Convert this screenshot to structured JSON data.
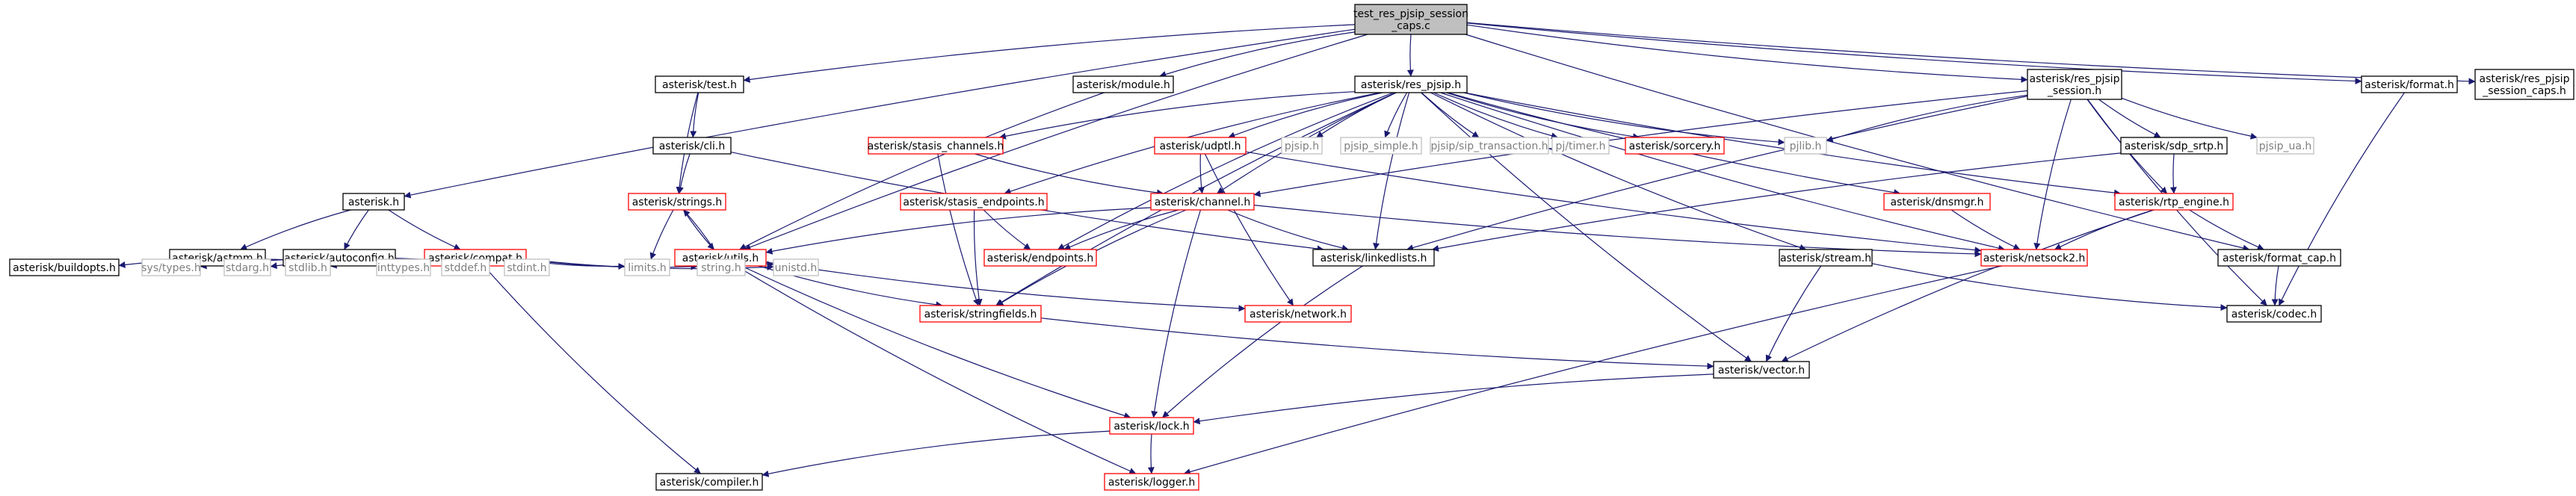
{
  "colors": {
    "edge": "#191970",
    "normal_border": "#000000",
    "normal_fill": "#ffffff",
    "normal_text": "#000000",
    "truncated_border": "#ff0000",
    "truncated_text": "#000000",
    "external_border": "#bfbfbf",
    "external_text": "#7f7f7f",
    "root_fill": "#bfbfbf",
    "root_border": "#000000"
  },
  "nodes": [
    {
      "id": "root",
      "lines": [
        "test_res_pjsip_session",
        "_caps.c"
      ],
      "kind": "root"
    },
    {
      "id": "test_h",
      "lines": [
        "asterisk/test.h"
      ],
      "kind": "normal"
    },
    {
      "id": "module_h",
      "lines": [
        "asterisk/module.h"
      ],
      "kind": "normal"
    },
    {
      "id": "res_pjsip_h",
      "lines": [
        "asterisk/res_pjsip.h"
      ],
      "kind": "normal"
    },
    {
      "id": "res_pjsip_session_h",
      "lines": [
        "asterisk/res_pjsip",
        "_session.h"
      ],
      "kind": "normal"
    },
    {
      "id": "format_h",
      "lines": [
        "asterisk/format.h"
      ],
      "kind": "normal"
    },
    {
      "id": "res_pjsip_session_caps_h",
      "lines": [
        "asterisk/res_pjsip",
        "_session_caps.h"
      ],
      "kind": "normal"
    },
    {
      "id": "asterisk_h",
      "lines": [
        "asterisk.h"
      ],
      "kind": "normal"
    },
    {
      "id": "cli_h",
      "lines": [
        "asterisk/cli.h"
      ],
      "kind": "normal"
    },
    {
      "id": "strings_h",
      "lines": [
        "asterisk/strings.h"
      ],
      "kind": "truncated"
    },
    {
      "id": "utils_h",
      "lines": [
        "asterisk/utils.h"
      ],
      "kind": "truncated"
    },
    {
      "id": "astmm_h",
      "lines": [
        "asterisk/astmm.h"
      ],
      "kind": "normal"
    },
    {
      "id": "autoconfig_h",
      "lines": [
        "asterisk/autoconfig.h"
      ],
      "kind": "normal"
    },
    {
      "id": "compat_h",
      "lines": [
        "asterisk/compat.h"
      ],
      "kind": "truncated"
    },
    {
      "id": "buildopts_h",
      "lines": [
        "asterisk/buildopts.h"
      ],
      "kind": "normal"
    },
    {
      "id": "sys_types_h",
      "lines": [
        "sys/types.h"
      ],
      "kind": "external"
    },
    {
      "id": "stdarg_h",
      "lines": [
        "stdarg.h"
      ],
      "kind": "external"
    },
    {
      "id": "stdlib_h",
      "lines": [
        "stdlib.h"
      ],
      "kind": "external"
    },
    {
      "id": "inttypes_h",
      "lines": [
        "inttypes.h"
      ],
      "kind": "external"
    },
    {
      "id": "stddef_h",
      "lines": [
        "stddef.h"
      ],
      "kind": "external"
    },
    {
      "id": "stdint_h",
      "lines": [
        "stdint.h"
      ],
      "kind": "external"
    },
    {
      "id": "limits_h",
      "lines": [
        "limits.h"
      ],
      "kind": "external"
    },
    {
      "id": "string_h",
      "lines": [
        "string.h"
      ],
      "kind": "external"
    },
    {
      "id": "unistd_h",
      "lines": [
        "unistd.h"
      ],
      "kind": "external"
    },
    {
      "id": "stasis_channels_h",
      "lines": [
        "asterisk/stasis_channels.h"
      ],
      "kind": "truncated"
    },
    {
      "id": "udptl_h",
      "lines": [
        "asterisk/udptl.h"
      ],
      "kind": "truncated"
    },
    {
      "id": "pjsip_h",
      "lines": [
        "pjsip.h"
      ],
      "kind": "external"
    },
    {
      "id": "pjsip_simple_h",
      "lines": [
        "pjsip_simple.h"
      ],
      "kind": "external"
    },
    {
      "id": "pjsip_transaction_h",
      "lines": [
        "pjsip/sip_transaction.h"
      ],
      "kind": "external"
    },
    {
      "id": "pj_timer_h",
      "lines": [
        "pj/timer.h"
      ],
      "kind": "external"
    },
    {
      "id": "sorcery_h",
      "lines": [
        "asterisk/sorcery.h"
      ],
      "kind": "truncated"
    },
    {
      "id": "pjlib_h",
      "lines": [
        "pjlib.h"
      ],
      "kind": "external"
    },
    {
      "id": "sdp_srtp_h",
      "lines": [
        "asterisk/sdp_srtp.h"
      ],
      "kind": "normal"
    },
    {
      "id": "pjsip_ua_h",
      "lines": [
        "pjsip_ua.h"
      ],
      "kind": "external"
    },
    {
      "id": "stasis_endpoints_h",
      "lines": [
        "asterisk/stasis_endpoints.h"
      ],
      "kind": "truncated"
    },
    {
      "id": "channel_h",
      "lines": [
        "asterisk/channel.h"
      ],
      "kind": "truncated"
    },
    {
      "id": "dnsmgr_h",
      "lines": [
        "asterisk/dnsmgr.h"
      ],
      "kind": "truncated"
    },
    {
      "id": "rtp_engine_h",
      "lines": [
        "asterisk/rtp_engine.h"
      ],
      "kind": "truncated"
    },
    {
      "id": "endpoints_h",
      "lines": [
        "asterisk/endpoints.h"
      ],
      "kind": "truncated"
    },
    {
      "id": "linkedlists_h",
      "lines": [
        "asterisk/linkedlists.h"
      ],
      "kind": "normal"
    },
    {
      "id": "netsock2_h",
      "lines": [
        "asterisk/netsock2.h"
      ],
      "kind": "truncated"
    },
    {
      "id": "format_cap_h",
      "lines": [
        "asterisk/format_cap.h"
      ],
      "kind": "normal"
    },
    {
      "id": "stream_h",
      "lines": [
        "asterisk/stream.h"
      ],
      "kind": "normal"
    },
    {
      "id": "codec_h",
      "lines": [
        "asterisk/codec.h"
      ],
      "kind": "normal"
    },
    {
      "id": "stringfields_h",
      "lines": [
        "asterisk/stringfields.h"
      ],
      "kind": "truncated"
    },
    {
      "id": "network_h",
      "lines": [
        "asterisk/network.h"
      ],
      "kind": "truncated"
    },
    {
      "id": "vector_h",
      "lines": [
        "asterisk/vector.h"
      ],
      "kind": "normal"
    },
    {
      "id": "lock_h",
      "lines": [
        "asterisk/lock.h"
      ],
      "kind": "truncated"
    },
    {
      "id": "compiler_h",
      "lines": [
        "asterisk/compiler.h"
      ],
      "kind": "normal"
    },
    {
      "id": "logger_h",
      "lines": [
        "asterisk/logger.h"
      ],
      "kind": "truncated"
    }
  ],
  "edges": [
    [
      "root",
      "test_h"
    ],
    [
      "root",
      "module_h"
    ],
    [
      "root",
      "res_pjsip_h"
    ],
    [
      "root",
      "res_pjsip_session_h"
    ],
    [
      "root",
      "format_h"
    ],
    [
      "root",
      "res_pjsip_session_caps_h"
    ],
    [
      "root",
      "asterisk_h"
    ],
    [
      "root",
      "utils_h"
    ],
    [
      "root",
      "format_cap_h"
    ],
    [
      "test_h",
      "cli_h"
    ],
    [
      "test_h",
      "strings_h"
    ],
    [
      "module_h",
      "utils_h"
    ],
    [
      "cli_h",
      "strings_h"
    ],
    [
      "cli_h",
      "linkedlists_h"
    ],
    [
      "strings_h",
      "utils_h"
    ],
    [
      "utils_h",
      "strings_h"
    ],
    [
      "strings_h",
      "limits_h"
    ],
    [
      "asterisk_h",
      "astmm_h"
    ],
    [
      "asterisk_h",
      "autoconfig_h"
    ],
    [
      "asterisk_h",
      "compat_h"
    ],
    [
      "autoconfig_h",
      "buildopts_h"
    ],
    [
      "compat_h",
      "sys_types_h"
    ],
    [
      "compat_h",
      "stdarg_h"
    ],
    [
      "compat_h",
      "stdlib_h"
    ],
    [
      "compat_h",
      "inttypes_h"
    ],
    [
      "compat_h",
      "stddef_h"
    ],
    [
      "compat_h",
      "stdint_h"
    ],
    [
      "compat_h",
      "limits_h"
    ],
    [
      "compat_h",
      "string_h"
    ],
    [
      "compat_h",
      "unistd_h"
    ],
    [
      "compat_h",
      "compiler_h"
    ],
    [
      "utils_h",
      "string_h"
    ],
    [
      "utils_h",
      "unistd_h"
    ],
    [
      "utils_h",
      "stringfields_h"
    ],
    [
      "utils_h",
      "network_h"
    ],
    [
      "utils_h",
      "lock_h"
    ],
    [
      "utils_h",
      "logger_h"
    ],
    [
      "res_pjsip_h",
      "stasis_channels_h"
    ],
    [
      "res_pjsip_h",
      "udptl_h"
    ],
    [
      "res_pjsip_h",
      "pjsip_h"
    ],
    [
      "res_pjsip_h",
      "pjsip_simple_h"
    ],
    [
      "res_pjsip_h",
      "pjsip_transaction_h"
    ],
    [
      "res_pjsip_h",
      "pj_timer_h"
    ],
    [
      "res_pjsip_h",
      "sorcery_h"
    ],
    [
      "res_pjsip_h",
      "pjlib_h"
    ],
    [
      "res_pjsip_h",
      "stasis_endpoints_h"
    ],
    [
      "res_pjsip_h",
      "channel_h"
    ],
    [
      "res_pjsip_h",
      "dnsmgr_h"
    ],
    [
      "res_pjsip_h",
      "rtp_engine_h"
    ],
    [
      "res_pjsip_h",
      "endpoints_h"
    ],
    [
      "res_pjsip_h",
      "linkedlists_h"
    ],
    [
      "res_pjsip_h",
      "netsock2_h"
    ],
    [
      "res_pjsip_h",
      "stream_h"
    ],
    [
      "res_pjsip_h",
      "vector_h"
    ],
    [
      "res_pjsip_h",
      "stringfields_h"
    ],
    [
      "res_pjsip_session_h",
      "pjlib_h"
    ],
    [
      "res_pjsip_session_h",
      "sdp_srtp_h"
    ],
    [
      "res_pjsip_session_h",
      "pjsip_ua_h"
    ],
    [
      "res_pjsip_session_h",
      "channel_h"
    ],
    [
      "res_pjsip_session_h",
      "linkedlists_h"
    ],
    [
      "res_pjsip_session_h",
      "netsock2_h"
    ],
    [
      "res_pjsip_session_h",
      "codec_h"
    ],
    [
      "res_pjsip_session_h",
      "rtp_engine_h"
    ],
    [
      "format_h",
      "codec_h"
    ],
    [
      "sdp_srtp_h",
      "rtp_engine_h"
    ],
    [
      "sdp_srtp_h",
      "linkedlists_h"
    ],
    [
      "stasis_channels_h",
      "channel_h"
    ],
    [
      "stasis_channels_h",
      "stringfields_h"
    ],
    [
      "udptl_h",
      "channel_h"
    ],
    [
      "udptl_h",
      "network_h"
    ],
    [
      "udptl_h",
      "netsock2_h"
    ],
    [
      "stasis_endpoints_h",
      "endpoints_h"
    ],
    [
      "stasis_endpoints_h",
      "stringfields_h"
    ],
    [
      "channel_h",
      "utils_h"
    ],
    [
      "channel_h",
      "endpoints_h"
    ],
    [
      "channel_h",
      "linkedlists_h"
    ],
    [
      "channel_h",
      "netsock2_h"
    ],
    [
      "channel_h",
      "stringfields_h"
    ],
    [
      "channel_h",
      "lock_h"
    ],
    [
      "dnsmgr_h",
      "netsock2_h"
    ],
    [
      "rtp_engine_h",
      "netsock2_h"
    ],
    [
      "rtp_engine_h",
      "format_cap_h"
    ],
    [
      "rtp_engine_h",
      "vector_h"
    ],
    [
      "linkedlists_h",
      "lock_h"
    ],
    [
      "netsock2_h",
      "logger_h"
    ],
    [
      "format_cap_h",
      "codec_h"
    ],
    [
      "stream_h",
      "vector_h"
    ],
    [
      "stream_h",
      "codec_h"
    ],
    [
      "stringfields_h",
      "vector_h"
    ],
    [
      "vector_h",
      "lock_h"
    ],
    [
      "lock_h",
      "logger_h"
    ],
    [
      "lock_h",
      "compiler_h"
    ]
  ]
}
